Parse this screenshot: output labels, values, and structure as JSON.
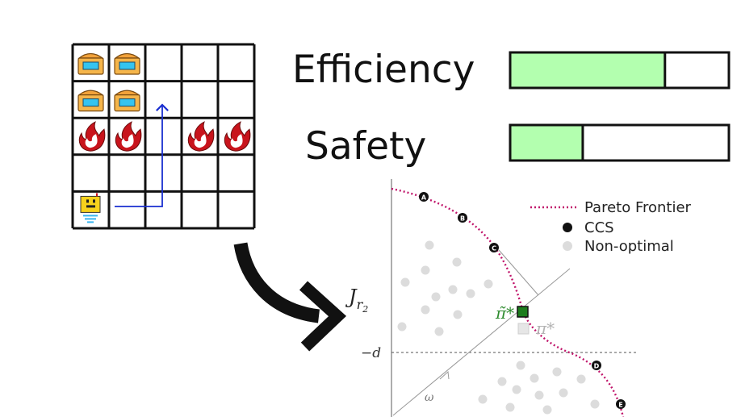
{
  "grid": {
    "rows": 5,
    "cols": 5,
    "cells": [
      [
        "chest",
        "chest",
        "",
        "",
        ""
      ],
      [
        "chest",
        "chest",
        "",
        "",
        ""
      ],
      [
        "fire",
        "fire",
        "",
        "fire",
        "fire"
      ],
      [
        "",
        "",
        "",
        "",
        ""
      ],
      [
        "robot",
        "",
        "",
        "",
        ""
      ]
    ],
    "path_color": "#1a2fd0"
  },
  "metrics": [
    {
      "label": "Efficiency",
      "fill": 0.71,
      "color": "#b3ffaf"
    },
    {
      "label": "Safety",
      "fill": 0.33,
      "color": "#b3ffaf"
    }
  ],
  "plot": {
    "y_axis_label": "J",
    "y_axis_subscript": "r",
    "y_axis_subsubscript": "2",
    "threshold_label": "−d",
    "omega_label": "ω",
    "pi_tilde_label": "π̃*",
    "pi_label": "π*",
    "legend": [
      {
        "marker": "dotted-line",
        "label": "Pareto Frontier",
        "color": "#c0146a"
      },
      {
        "marker": "black-dot",
        "label": "CCS",
        "color": "#000000"
      },
      {
        "marker": "gray-dot",
        "label": "Non-optimal",
        "color": "#dcdcdc"
      }
    ],
    "ccs_points": [
      "A",
      "B",
      "C",
      "D",
      "E"
    ],
    "pi_tilde_color": "#2e8b2e"
  }
}
